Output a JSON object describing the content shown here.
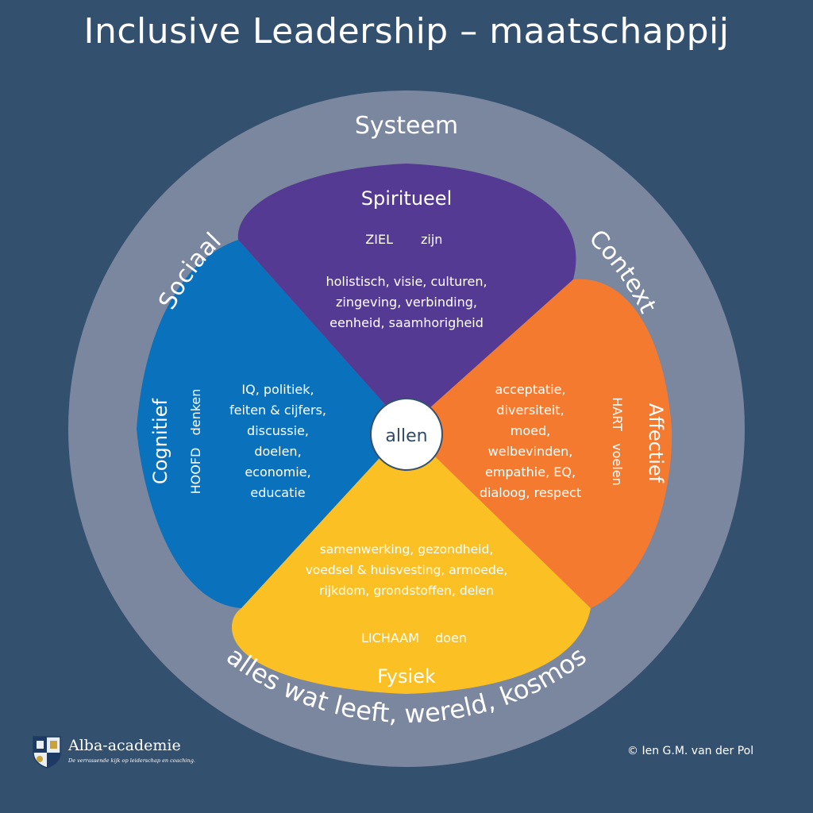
{
  "title": "Inclusive Leadership – maatschappij",
  "outer_ring": {
    "top_label": "Systeem",
    "left_label": "Sociaal",
    "right_label": "Context",
    "bottom_label": "alles wat leeft, wereld, kosmos"
  },
  "center_label": "allen",
  "petals": {
    "spiritueel": {
      "name": "Spiritueel",
      "organ": "ZIEL",
      "verb": "zijn",
      "lines": [
        "holistisch, visie, culturen,",
        "zingeving, verbinding,",
        "eenheid, saamhorigheid"
      ],
      "color": "#553a93"
    },
    "cognitief": {
      "name": "Cognitief",
      "organ_verb": "HOOFD   denken",
      "lines": [
        "IQ, politiek,",
        "feiten & cijfers,",
        "discussie,",
        "doelen,",
        "economie,",
        "educatie"
      ],
      "color": "#0a71bc"
    },
    "affectief": {
      "name": "Affectief",
      "organ_verb": "HART   voelen",
      "lines": [
        "acceptatie,",
        "diversiteit,",
        "moed,",
        "welbevinden,",
        "empathie, EQ,",
        "dialoog, respect"
      ],
      "color": "#f47a30"
    },
    "fysiek": {
      "name": "Fysiek",
      "organ": "LICHAAM",
      "verb": "doen",
      "lines": [
        "samenwerking, gezondheid,",
        "voedsel & huisvesting, armoede,",
        "rijkdom, grondstoffen, delen"
      ],
      "color": "#fbc023"
    }
  },
  "colors": {
    "background": "#34506f",
    "ring": "#7b879f",
    "center": "#ffffff",
    "center_text": "#2e4a6c"
  },
  "brand": {
    "name": "Alba-academie",
    "tagline": "De verrassende kijk op leiderschap en coaching."
  },
  "copyright": "© Ien G.M. van der Pol"
}
